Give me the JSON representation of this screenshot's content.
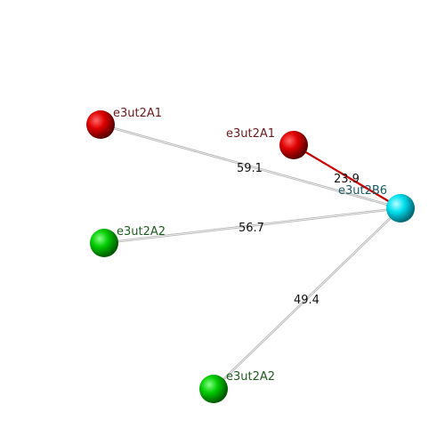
{
  "colors": {
    "node_red": "#e00000",
    "node_green": "#00cc00",
    "node_cyan": "#00e0f0",
    "label_red": "#6b1a1a",
    "label_green": "#1f5a1f",
    "label_cyan": "#1a5a66",
    "edge_gray": "#b8b8b8",
    "edge_red": "#cc0000"
  },
  "nodes": [
    {
      "id": "n_red_left",
      "label": "e3ut2A1",
      "kind": "red"
    },
    {
      "id": "n_red_mid",
      "label": "e3ut2A1",
      "kind": "red"
    },
    {
      "id": "n_cyan",
      "label": "e3ut2B6",
      "kind": "cyan"
    },
    {
      "id": "n_green_left",
      "label": "e3ut2A2",
      "kind": "green"
    },
    {
      "id": "n_green_bottom",
      "label": "e3ut2A2",
      "kind": "green"
    }
  ],
  "edges": [
    {
      "from": "n_red_left",
      "to": "n_cyan",
      "label": "59.1",
      "style": "gray"
    },
    {
      "from": "n_red_mid",
      "to": "n_cyan",
      "label": "23.9",
      "style": "red"
    },
    {
      "from": "n_green_left",
      "to": "n_cyan",
      "label": "56.7",
      "style": "gray"
    },
    {
      "from": "n_green_bottom",
      "to": "n_cyan",
      "label": "49.4",
      "style": "gray"
    }
  ]
}
